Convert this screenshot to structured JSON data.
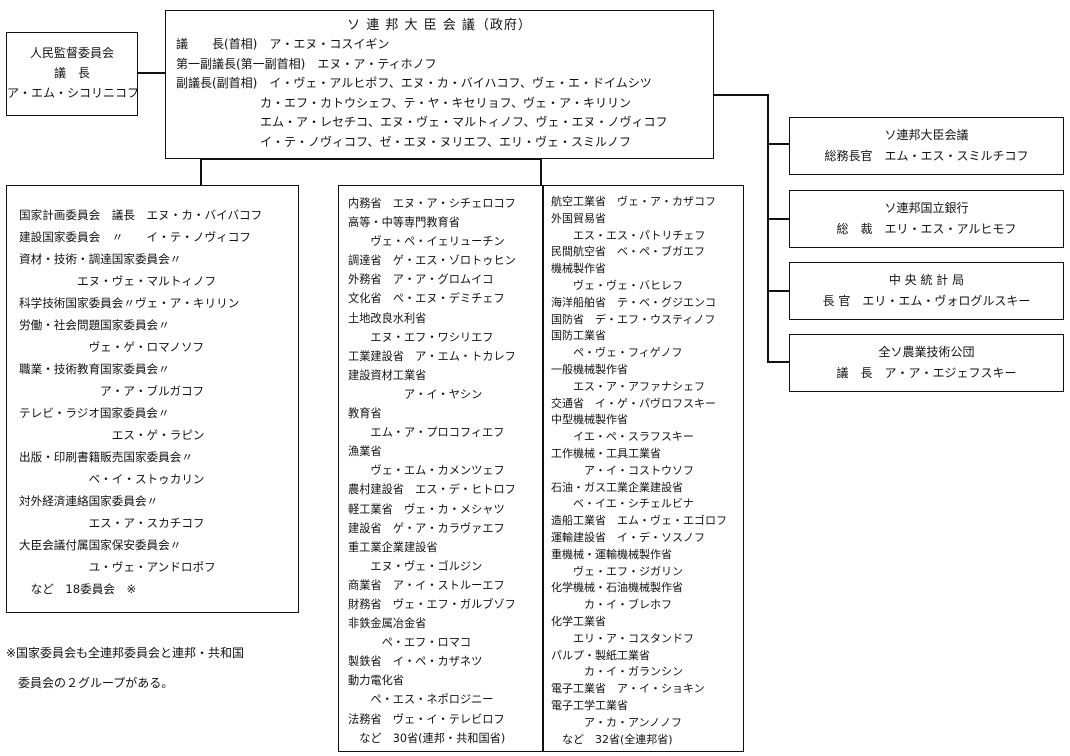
{
  "left_top_box": {
    "lines": [
      "人民監督委員会",
      "議　長",
      "ア・エム・シコリニコフ"
    ]
  },
  "council_box": {
    "title": "ソ 連 邦 大 臣 会 議（政府）",
    "lines": [
      "議　　長(首相)　ア・エヌ・コスイギン",
      "第一副議長(第一副首相)　エヌ・ア・ティホノフ",
      "副議長(副首相)　イ・ヴェ・アルヒポフ、エヌ・カ・バイハコフ、ヴェ・エ・ドイムシツ",
      "　　　　　　　カ・エフ・カトウシェフ、テ・ヤ・キセリョフ、ヴェ・ア・キリリン",
      "　　　　　　　エム・ア・レセチコ、エヌ・ヴェ・マルトィノフ、ヴェ・エヌ・ノヴィコフ",
      "　　　　　　　イ・テ・ノヴィコフ、ゼ・エヌ・ヌリエフ、エリ・ヴェ・スミルノフ"
    ]
  },
  "committees_box": {
    "lines": [
      "国家計画委員会　議長　エヌ・カ・バイバコフ",
      "建設国家委員会　〃　　イ・テ・ノヴィコフ",
      "資材・技術・調達国家委員会〃",
      "　　　　　エヌ・ヴェ・マルトィノフ",
      "科学技術国家委員会〃ヴェ・ア・キリリン",
      "労働・社会問題国家委員会〃",
      "　　　　　　ヴェ・ゲ・ロマノソフ",
      "職業・技術教育国家委員会〃",
      "　　　　　　　ア・ア・ブルガコフ",
      "テレビ・ラジオ国家委員会〃",
      "　　　　　　　　エス・ゲ・ラピン",
      "出版・印刷書籍販売国家委員会〃",
      "　　　　　　ベ・イ・ストゥカリン",
      "対外経済連絡国家委員会〃",
      "　　　　　　エス・ア・スカチコフ",
      "大臣会議付属国家保安委員会〃",
      "　　　　　　ユ・ヴェ・アンドロポフ",
      "　など　18委員会　※"
    ]
  },
  "footnote": {
    "lines": [
      "※国家委員会も全連邦委員会と連邦・共和国",
      "　委員会の２グループがある。"
    ]
  },
  "ministries_col1": {
    "lines": [
      "内務省　エヌ・ア・シチェロコフ",
      "高等・中等専門教育省",
      "　　ヴェ・ペ・イェリューチン",
      "調達省　ゲ・エス・ゾロトゥヒン",
      "外務省　ア・ア・グロムイコ",
      "文化省　ペ・エヌ・デミチェフ",
      "土地改良水利省",
      "　　エヌ・エフ・ワシリエフ",
      "工業建設省　ア・エム・トカレフ",
      "建設資材工業省",
      "　　　　　ア・イ・ヤシン",
      "教育省",
      "　　エム・ア・プロコフィエフ",
      "漁業省",
      "　　ヴェ・エム・カメンツェフ",
      "農村建設省　エス・デ・ヒトロフ",
      "軽工業省　ヴェ・カ・メシャツ",
      "建設省　ゲ・ア・カラヴァエフ",
      "重工業企業建設省",
      "　　エヌ・ヴェ・ゴルジン",
      "商業省　ア・イ・ストルーエフ",
      "財務省　ヴェ・エフ・ガルブゾフ",
      "非鉄金属冶金省",
      "　　　ペ・エフ・ロマコ",
      "製鉄省　イ・ペ・カザネツ",
      "動力電化省",
      "　　ペ・エス・ネポロジニー",
      "法務省　ヴェ・イ・テレビロフ",
      "　など　30省(連邦・共和国省)"
    ]
  },
  "ministries_col2": {
    "lines": [
      "航空工業省　ヴェ・ア・カザコフ",
      "外国貿易省",
      "　　エス・エス・パトリチェフ",
      "民間航空省　ベ・ペ・ブガエフ",
      "機械製作省",
      "　　ヴェ・ヴェ・バヒレフ",
      "海洋船舶省　テ・ベ・グジエンコ",
      "国防省　デ・エフ・ウスティノフ",
      "国防工業省",
      "　　ペ・ヴェ・フィゲノフ",
      "一般機械製作省",
      "　　エス・ア・アファナシェフ",
      "交通省　イ・ゲ・パヴロフスキー",
      "中型機械製作省",
      "　　イエ・ペ・スラフスキー",
      "工作機械・工具工業省",
      "　　　ア・イ・コストウソフ",
      "石油・ガス工業企業建設省",
      "　　ベ・イエ・シチェルビナ",
      "造船工業省　エム・ヴェ・エゴロフ",
      "運輸建設省　イ・デ・ソスノフ",
      "重機械・運輸機械製作省",
      "　　ヴェ・エフ・ジガリン",
      "化学機械・石油機械製作省",
      "　　　カ・イ・ブレホフ",
      "化学工業省",
      "　　エリ・ア・コスタンドフ",
      "パルプ・製紙工業省",
      "　　　カ・イ・ガランシン",
      "電子工業省　ア・イ・ショキン",
      "電子工学工業省",
      "　　　ア・カ・アンノノフ",
      "　など　32省(全連邦省)"
    ]
  },
  "right_boxes": [
    {
      "lines": [
        "ソ連邦大臣会議",
        "総務長官　エム・エス・スミルチコフ"
      ]
    },
    {
      "lines": [
        "ソ連邦国立銀行",
        "総　裁　エリ・エス・アルヒモフ"
      ]
    },
    {
      "lines": [
        "中 央 統 計 局",
        "長 官　エリ・エム・ヴォログルスキー"
      ]
    },
    {
      "lines": [
        "全ソ農業技術公団",
        "議　長　ア・ア・エジェフスキー"
      ]
    }
  ]
}
